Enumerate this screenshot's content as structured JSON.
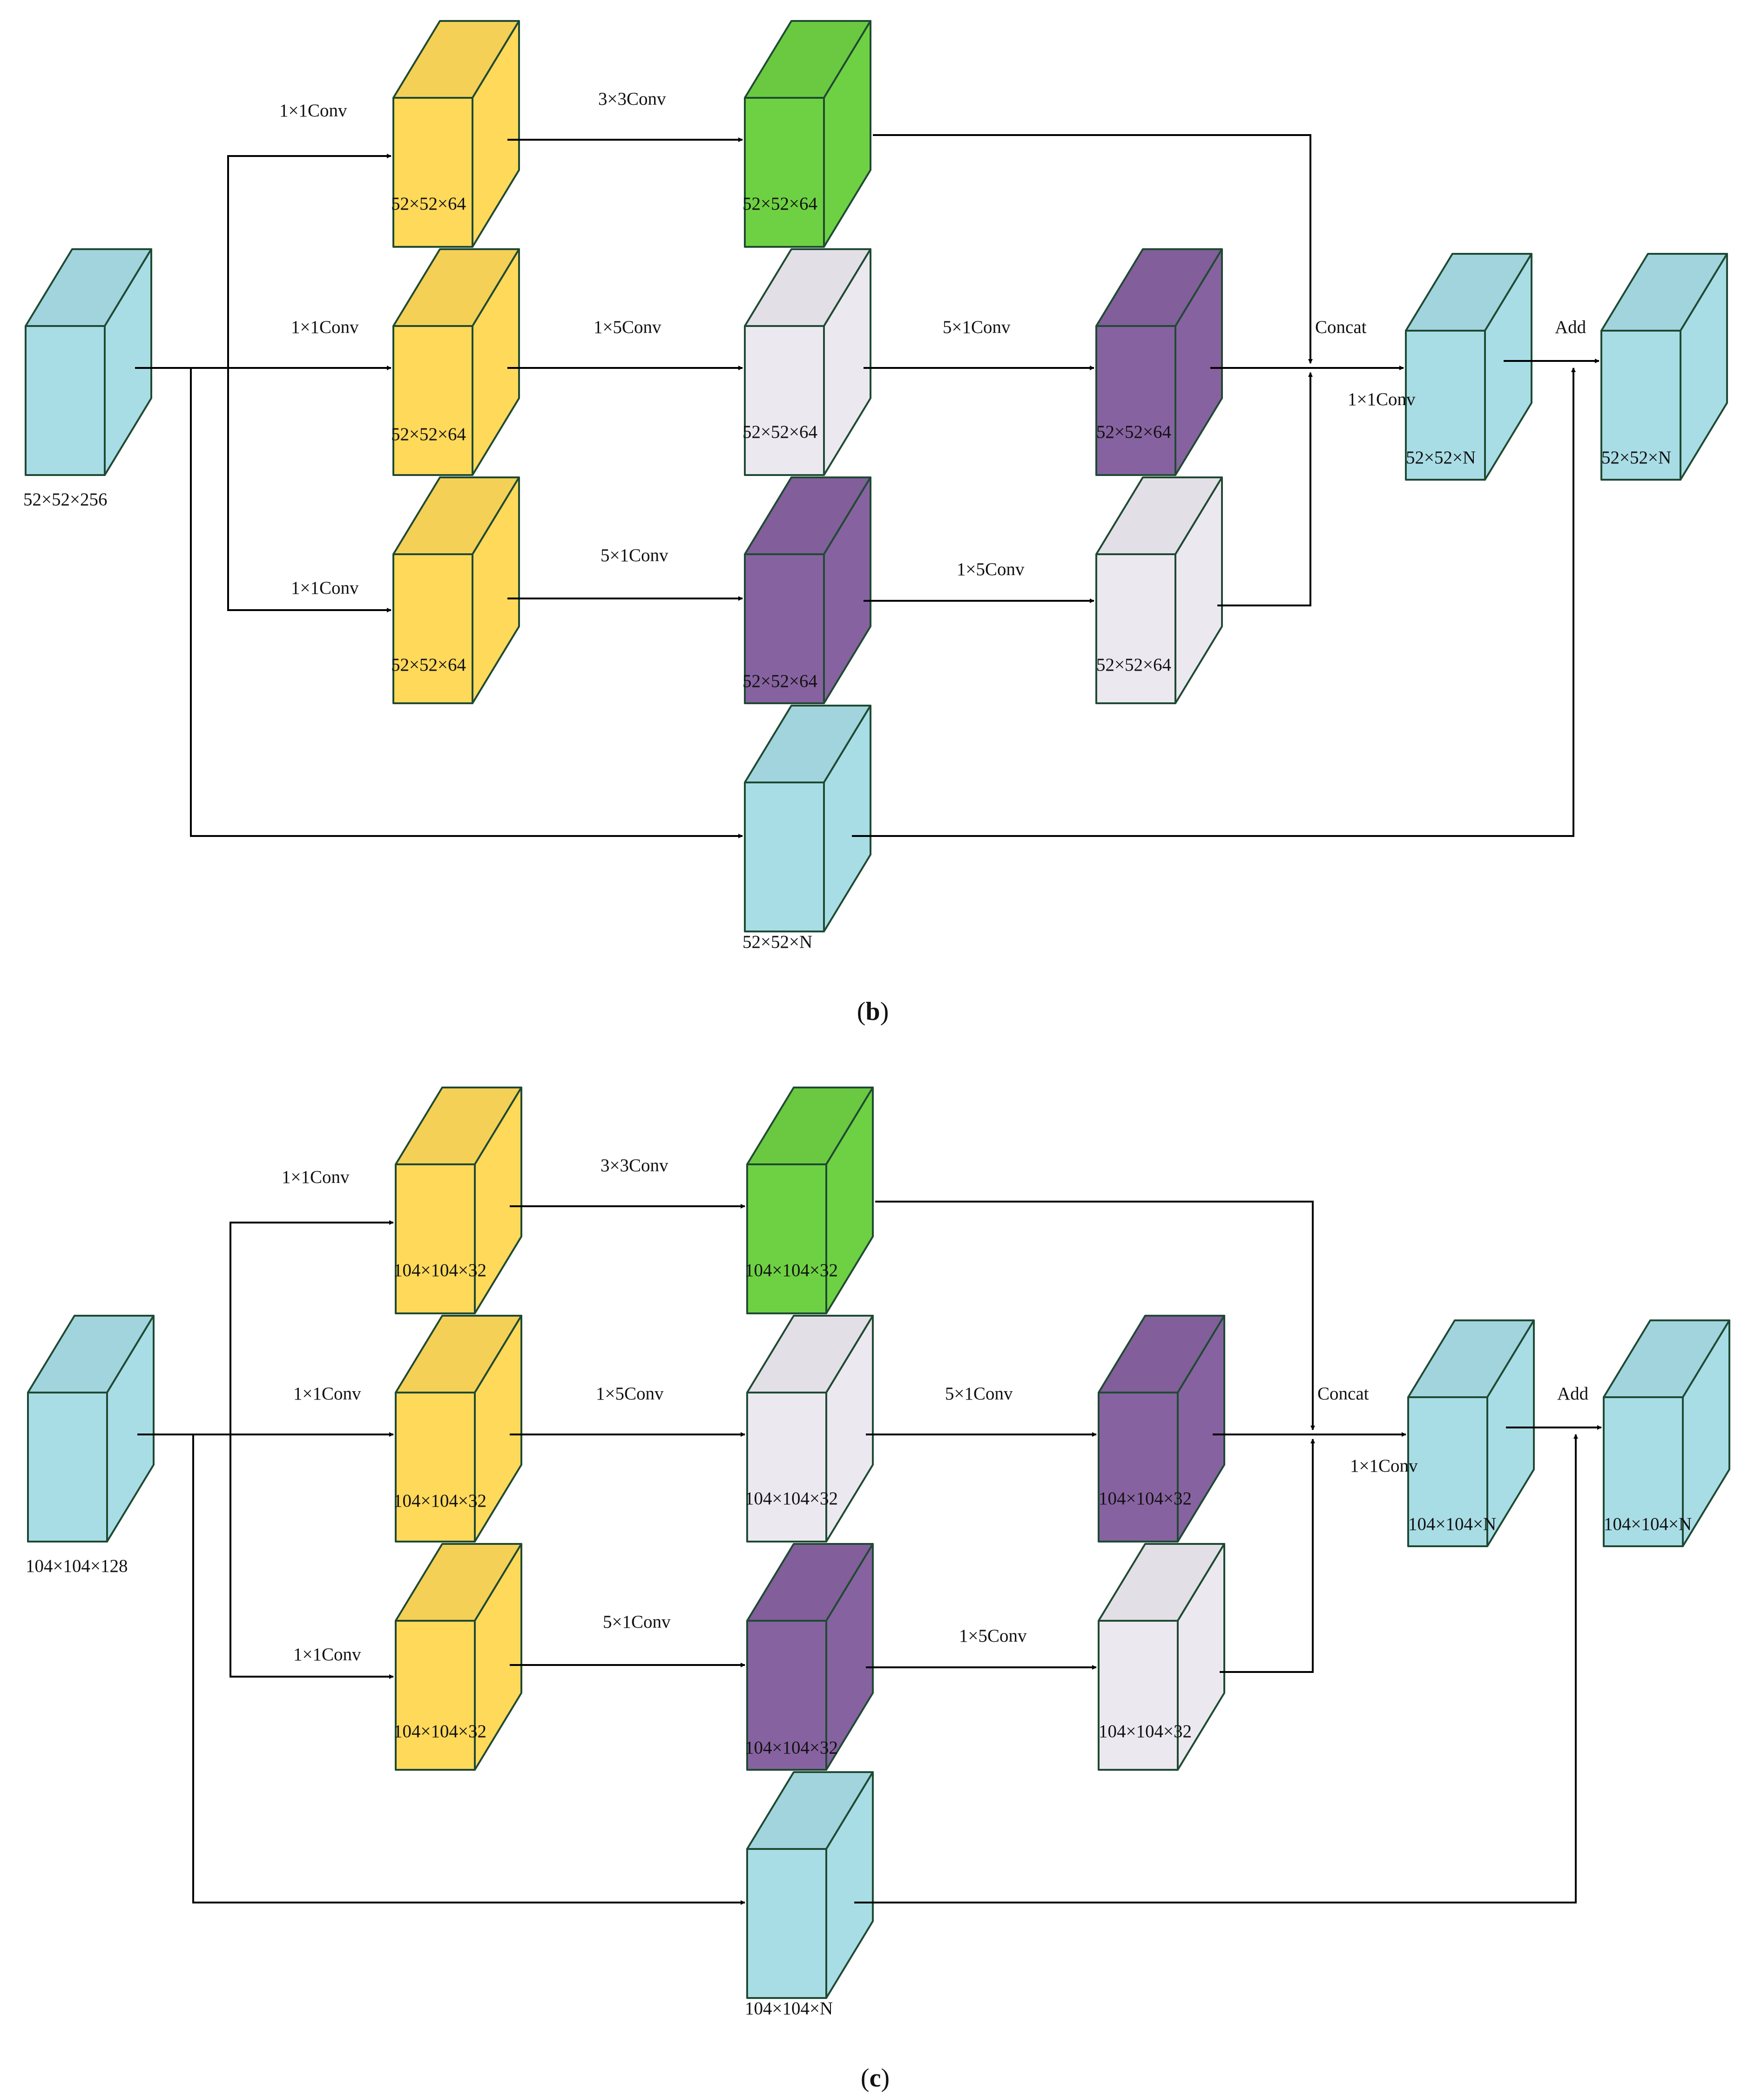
{
  "colors": {
    "cyan": "#a8dde6",
    "yellow": "#fed95a",
    "green": "#6ed143",
    "lavender": "#ece8f0",
    "purple": "#8762a0",
    "edge": "#1f4a33"
  },
  "panels": [
    {
      "id": "b",
      "caption": {
        "open": "(",
        "letter": "b",
        "close": ")"
      },
      "input_dim": "52×52×256",
      "branch1": {
        "conv1_label": "1×1Conv",
        "conv1_dim": "52×52×64",
        "conv2_label": "3×3Conv",
        "conv2_dim": "52×52×64"
      },
      "branch2": {
        "conv1_label": "1×1Conv",
        "conv1_dim": "52×52×64",
        "conv2_label": "1×5Conv",
        "conv2_dim": "52×52×64",
        "conv3_label": "5×1Conv",
        "conv3_dim": "52×52×64"
      },
      "branch3": {
        "conv1_label": "1×1Conv",
        "conv1_dim": "52×52×64",
        "conv2_label": "5×1Conv",
        "conv2_dim": "52×52×64",
        "conv3_label": "1×5Conv",
        "conv3_dim": "52×52×64"
      },
      "shortcut_dim": "52×52×N",
      "concat_label": "Concat",
      "post_concat_label": "1×1Conv",
      "concat_out_dim": "52×52×N",
      "add_label": "Add",
      "output_dim": "52×52×N"
    },
    {
      "id": "c",
      "caption": {
        "open": "(",
        "letter": "c",
        "close": ")"
      },
      "input_dim": "104×104×128",
      "branch1": {
        "conv1_label": "1×1Conv",
        "conv1_dim": "104×104×32",
        "conv2_label": "3×3Conv",
        "conv2_dim": "104×104×32"
      },
      "branch2": {
        "conv1_label": "1×1Conv",
        "conv1_dim": "104×104×32",
        "conv2_label": "1×5Conv",
        "conv2_dim": "104×104×32",
        "conv3_label": "5×1Conv",
        "conv3_dim": "104×104×32"
      },
      "branch3": {
        "conv1_label": "1×1Conv",
        "conv1_dim": "104×104×32",
        "conv2_label": "5×1Conv",
        "conv2_dim": "104×104×32",
        "conv3_label": "1×5Conv",
        "conv3_dim": "104×104×32"
      },
      "shortcut_dim": "104×104×N",
      "concat_label": "Concat",
      "post_concat_label": "1×1Conv",
      "concat_out_dim": "104×104×N",
      "add_label": "Add",
      "output_dim": "104×104×N"
    }
  ]
}
